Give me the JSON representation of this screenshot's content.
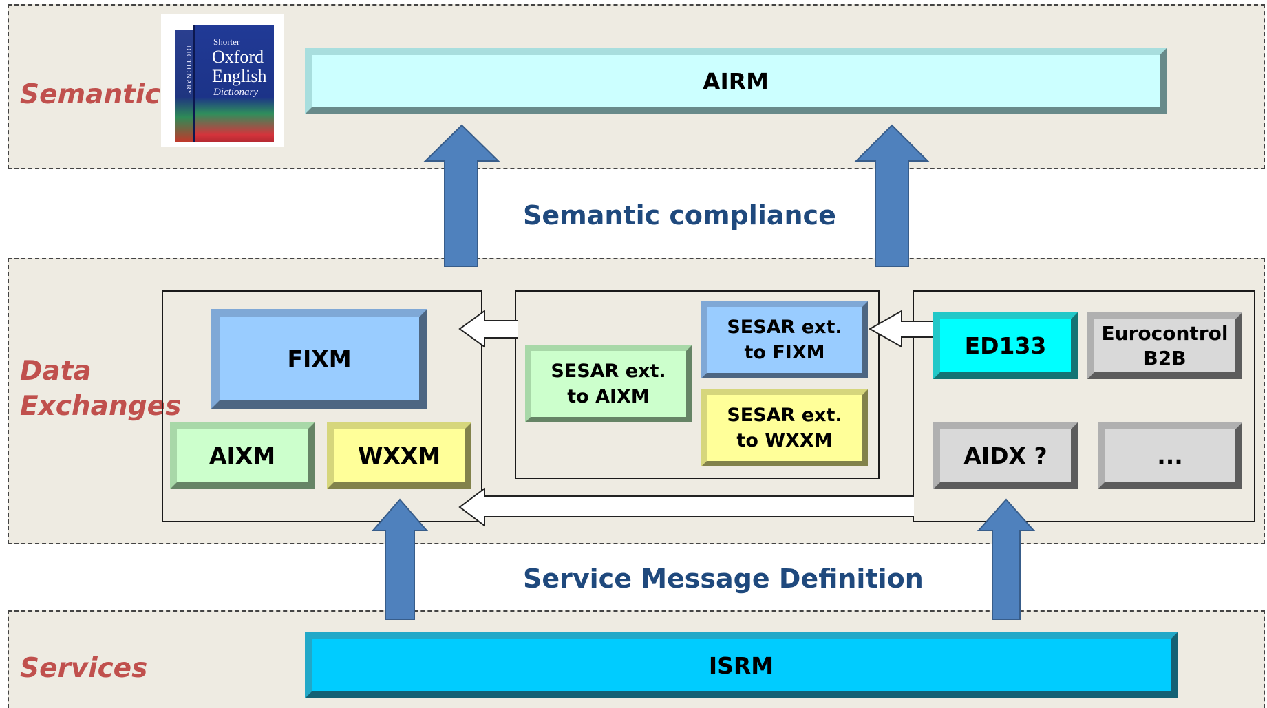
{
  "layers": {
    "semantic": "Semantic",
    "data_exchanges_line1": "Data",
    "data_exchanges_line2": "Exchanges",
    "services": "Services"
  },
  "captions": {
    "semantic_compliance": "Semantic compliance",
    "service_message_definition": "Service Message Definition"
  },
  "book": {
    "spine": "DICTIONARY",
    "line1": "Shorter",
    "line2": "Oxford",
    "line3": "English",
    "line4": "Dictionary"
  },
  "boxes": {
    "airm": "AIRM",
    "isrm": "ISRM",
    "fixm": "FIXM",
    "aixm": "AIXM",
    "wxxm": "WXXM",
    "sesar_aixm_l1": "SESAR ext.",
    "sesar_aixm_l2": "to AIXM",
    "sesar_fixm_l1": "SESAR ext.",
    "sesar_fixm_l2": "to FIXM",
    "sesar_wxxm_l1": "SESAR ext.",
    "sesar_wxxm_l2": "to WXXM",
    "ed133": "ED133",
    "eurocontrol_l1": "Eurocontrol",
    "eurocontrol_l2": "B2B",
    "aidx": "AIDX ?",
    "ellipsis": "..."
  },
  "colors": {
    "band": "#eeebe2",
    "layer_label": "#c0504d",
    "caption": "#1f497d",
    "arrow": "#4f81bd",
    "airm": "#ccffff",
    "isrm": "#00ccff",
    "fixm": "#99ccff",
    "aixm": "#ccffcc",
    "wxxm": "#ffff99",
    "ed133": "#00ffff",
    "grey": "#d9d9d9"
  }
}
